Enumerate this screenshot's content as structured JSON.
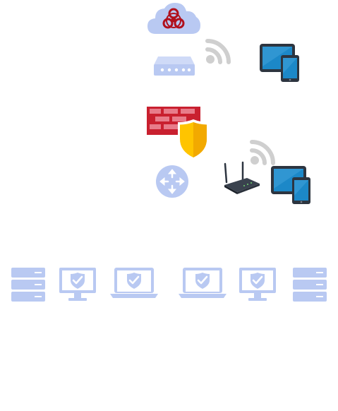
{
  "diagram": {
    "background": "#ffffff",
    "palette": {
      "soft_blue": "#b9c9f2",
      "soft_blue_light": "#cfdaf7",
      "soft_blue_dark": "#98aee8",
      "signal_gray": "#cfcfcf",
      "firewall_red": "#c9202f",
      "firewall_red_light": "#e87c8a",
      "shield_yellow": "#ffc400",
      "shield_yellow_dark": "#f2a900",
      "biohazard_red": "#b0101c",
      "device_dark": "#2d3540",
      "screen_blue": "#1c88c8"
    },
    "nodes": [
      {
        "id": "threat-cloud",
        "icon": "cloud-biohazard-icon"
      },
      {
        "id": "modem",
        "icon": "modem-icon"
      },
      {
        "id": "wireless-signal-top",
        "icon": "wifi-signal-icon"
      },
      {
        "id": "mobile-devices-top",
        "icon": "tablet-phone-icon"
      },
      {
        "id": "firewall",
        "icon": "firewall-shield-icon"
      },
      {
        "id": "router",
        "icon": "router-icon"
      },
      {
        "id": "wireless-signal-bottom",
        "icon": "wifi-signal-icon"
      },
      {
        "id": "access-point",
        "icon": "wireless-access-point-icon"
      },
      {
        "id": "mobile-devices-bottom",
        "icon": "tablet-phone-icon"
      },
      {
        "id": "server-left",
        "icon": "server-stack-icon"
      },
      {
        "id": "monitor-protected-1",
        "icon": "monitor-shield-icon"
      },
      {
        "id": "laptop-protected-1",
        "icon": "laptop-shield-icon"
      },
      {
        "id": "laptop-protected-2",
        "icon": "laptop-shield-icon"
      },
      {
        "id": "monitor-protected-2",
        "icon": "monitor-shield-icon"
      },
      {
        "id": "server-right",
        "icon": "server-stack-icon"
      }
    ]
  }
}
